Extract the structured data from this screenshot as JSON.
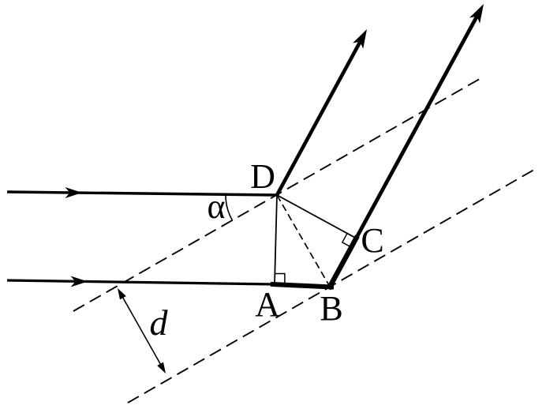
{
  "diagram": {
    "labels": {
      "point_d": "D",
      "point_a": "A",
      "point_b": "B",
      "point_c": "C",
      "angle_alpha": "α",
      "spacing_d": "d"
    },
    "colors": {
      "ink": "#000000",
      "background": "#ffffff"
    }
  }
}
